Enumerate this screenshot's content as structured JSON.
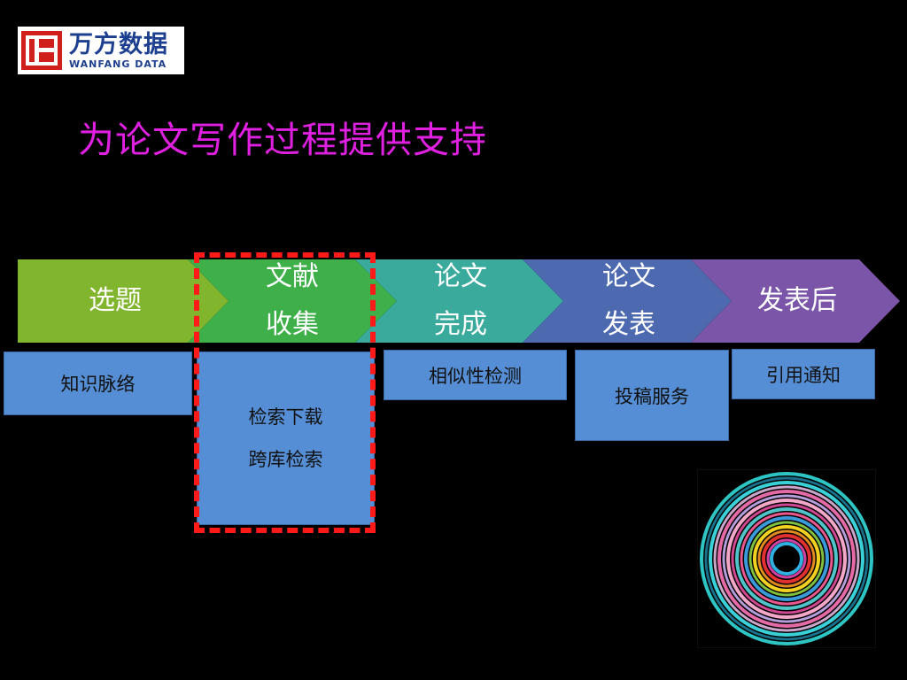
{
  "logo": {
    "cn": "万方数据",
    "en": "WANFANG DATA",
    "color": "#1d3f8f"
  },
  "title": "为论文写作过程提供支持",
  "stages": [
    {
      "lines": [
        "选题"
      ],
      "color": "#82b52e"
    },
    {
      "lines": [
        "文献",
        "收集"
      ],
      "color": "#3faf4a"
    },
    {
      "lines": [
        "论文",
        "完成"
      ],
      "color": "#3aaa9c"
    },
    {
      "lines": [
        "论文",
        "发表"
      ],
      "color": "#4d6ab0"
    },
    {
      "lines": [
        "发表后"
      ],
      "color": "#7b55a8"
    }
  ],
  "services": [
    {
      "lines": [
        "知识脉络"
      ]
    },
    {
      "lines": [
        "检索下载",
        "跨库检索"
      ]
    },
    {
      "lines": [
        "相似性检测"
      ]
    },
    {
      "lines": [
        "投稿服务"
      ]
    },
    {
      "lines": [
        "引用通知"
      ]
    }
  ],
  "colors": {
    "title": "#e020e0",
    "box": "#558ed5",
    "highlight": "#ff1a1a",
    "background": "#000000"
  }
}
